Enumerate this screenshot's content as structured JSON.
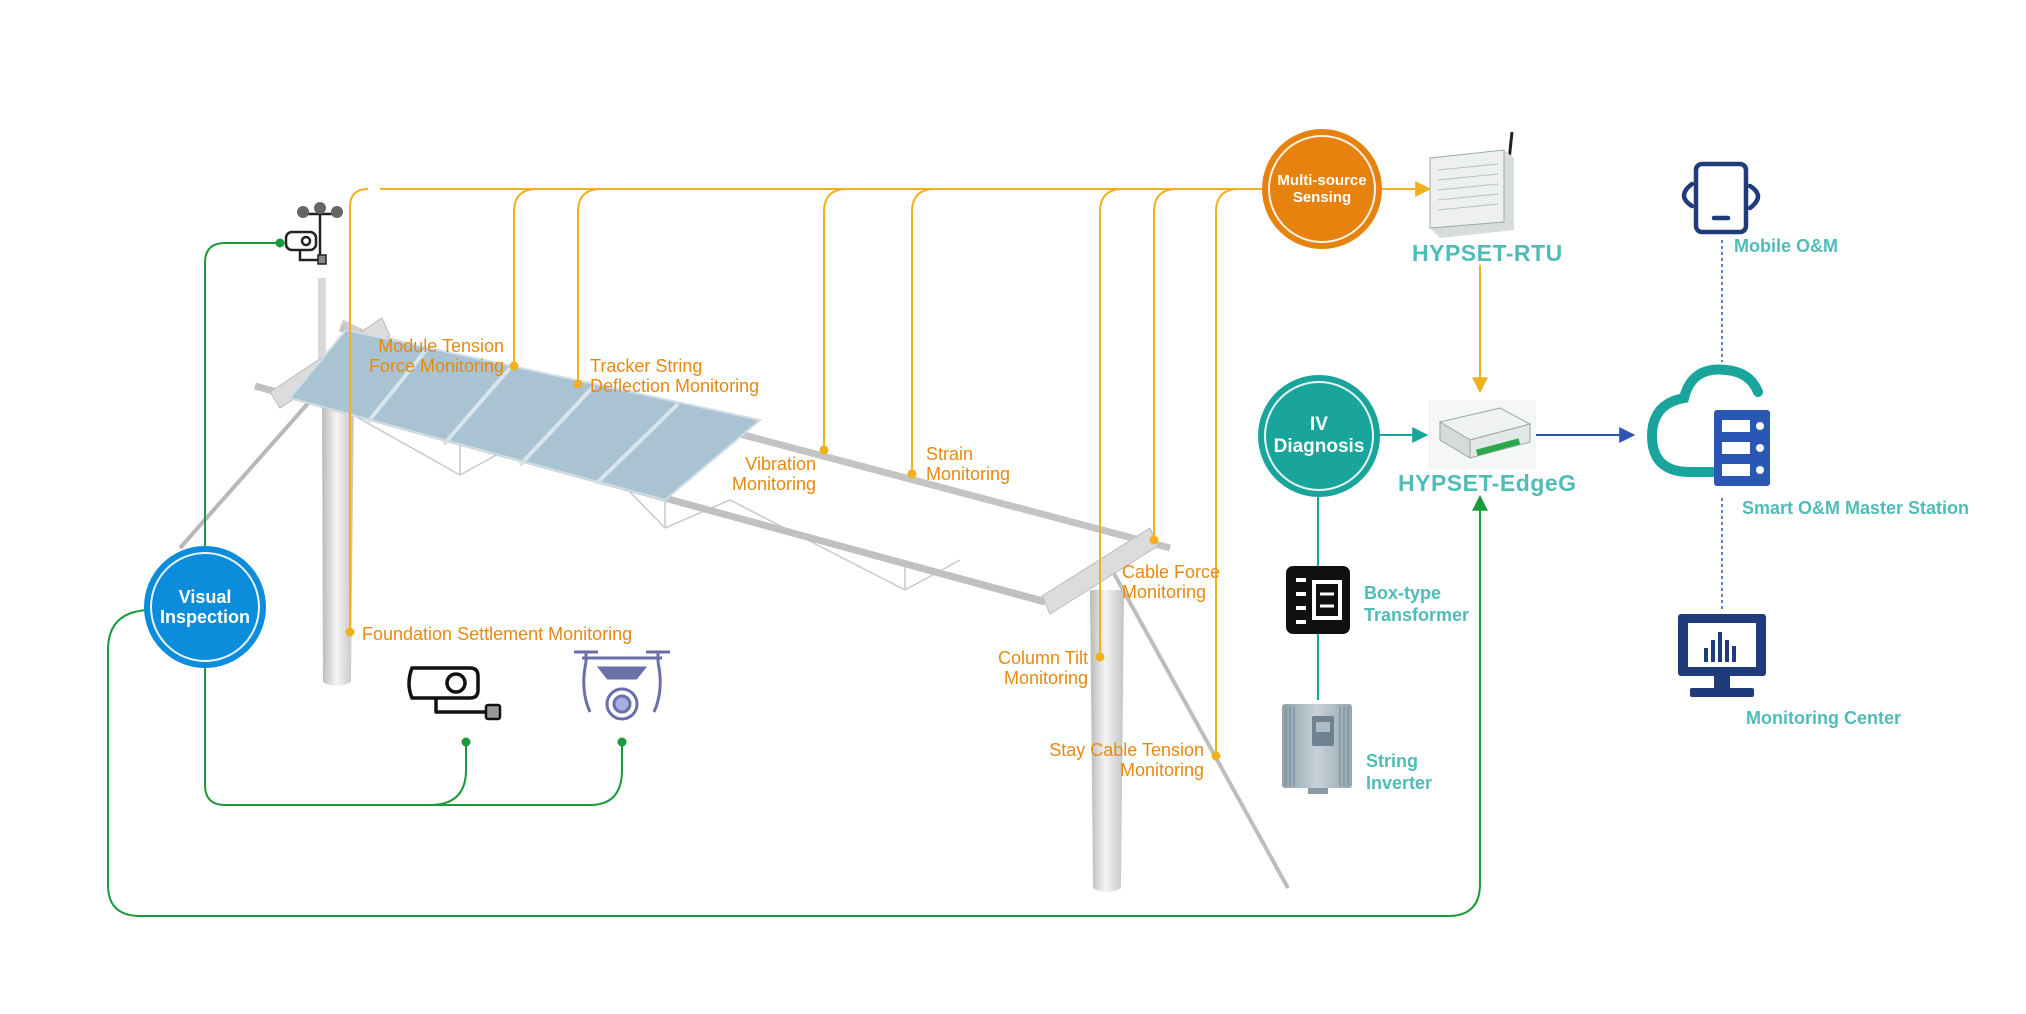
{
  "colors": {
    "orange_line": "#f2b01e",
    "orange_text": "#e8890f",
    "green_line": "#1a9a3a",
    "teal": "#1aa59c",
    "teal_text": "#4fbcb8",
    "blue": "#0c8ddb",
    "navy": "#1f3b7a",
    "panel": "#a9c3d2"
  },
  "hubs": {
    "multi_source": "Multi-source\nSensing",
    "iv_diagnosis": "IV\nDiagnosis",
    "visual_inspection": "Visual\nInspection"
  },
  "devices": {
    "rtu": "HYPSET-RTU",
    "edgeg": "HYPSET-EdgeG"
  },
  "equipment": {
    "box_transformer": "Box-type\nTransformer",
    "string_inverter": "String\nInverter"
  },
  "platform": {
    "mobile": "Mobile O&M",
    "master_station": "Smart O&M Master Station",
    "monitoring_center": "Monitoring Center"
  },
  "monitoring_points": {
    "module_tension": "Module Tension\nForce Monitoring",
    "tracker_string": "Tracker String\nDeflection Monitoring",
    "vibration": "Vibration\nMonitoring",
    "strain": "Strain\nMonitoring",
    "cable_force": "Cable Force\nMonitoring",
    "foundation": "Foundation Settlement Monitoring",
    "column_tilt": "Column Tilt\nMonitoring",
    "stay_cable": "Stay Cable Tension\nMonitoring"
  },
  "icons": {
    "weather_station": "weather-station-icon",
    "bullet_camera": "bullet-camera-icon",
    "drone": "drone-icon",
    "rtu_device": "rtu-router-icon",
    "edge_gateway": "edge-gateway-icon",
    "mobile": "mobile-rotate-icon",
    "cloud_server": "cloud-server-icon",
    "monitor": "monitor-chart-icon",
    "transformer": "box-transformer-icon",
    "inverter": "string-inverter-icon"
  }
}
